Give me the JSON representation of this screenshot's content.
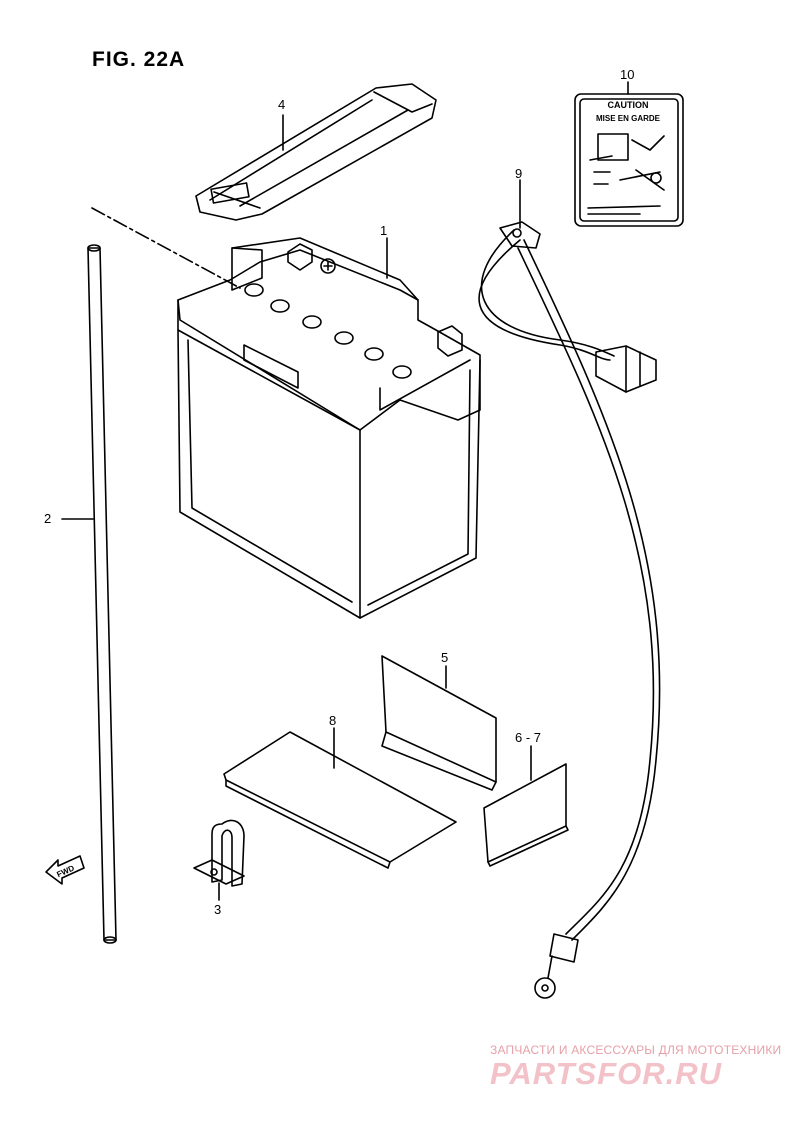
{
  "figure": {
    "title": "FIG. 22A"
  },
  "callouts": {
    "p1": "1",
    "p2": "2",
    "p3": "3",
    "p4": "4",
    "p5": "5",
    "p6_7": "6 - 7",
    "p8": "8",
    "p9": "9",
    "p10": "10"
  },
  "caution_label": {
    "line1": "CAUTION",
    "line2": "MISE EN GARDE"
  },
  "battery": {
    "plus_mark": "+"
  },
  "direction_arrow": {
    "text": "FWD"
  },
  "watermark": {
    "tagline": "ЗАПЧАСТИ И АКСЕССУАРЫ ДЛЯ МОТОТЕХНИКИ",
    "logo": "PARTSFOR.RU"
  }
}
